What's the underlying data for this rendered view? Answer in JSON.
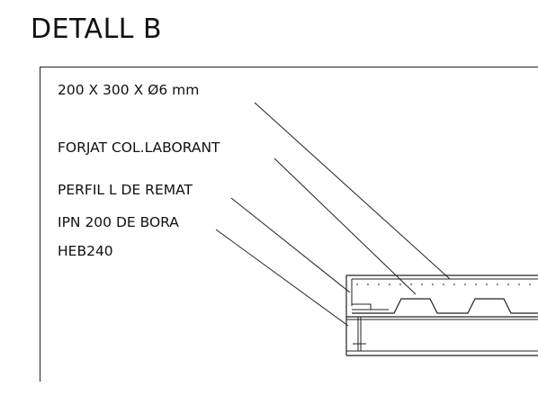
{
  "title": "DETALL B",
  "callouts": [
    {
      "id": "mesh",
      "text": "200 X 300 X Ø6 mm"
    },
    {
      "id": "deck",
      "text": "FORJAT COL.LABORANT"
    },
    {
      "id": "angle",
      "text": "PERFIL L DE REMAT"
    },
    {
      "id": "ipn",
      "text": "IPN 200 DE BORA"
    },
    {
      "id": "heb",
      "text": "HEB240"
    }
  ]
}
